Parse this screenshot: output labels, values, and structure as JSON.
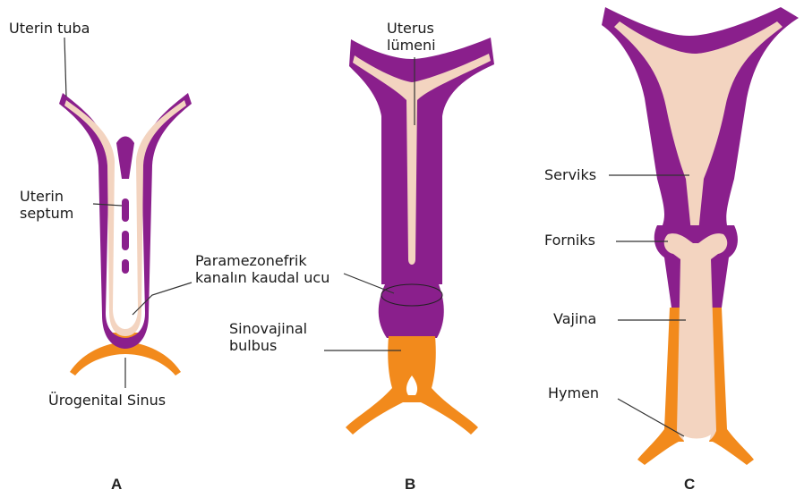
{
  "colors": {
    "wall": "#8a1f8c",
    "lumen": "#f3d4c0",
    "sinus": "#f28a1c",
    "line": "#333333",
    "text": "#1a1a1a"
  },
  "labels": {
    "uterin_tuba": "Uterin tuba",
    "uterin_septum": "Uterin\nseptum",
    "paramezonefrik": "Paramezonefrik\nkanalın kaudal ucu",
    "urogenital_sinus": "Ürogenital Sinus",
    "uterus_lumeni": "Uterus\nlümeni",
    "sinovajinal": "Sinovajinal\nbulbus",
    "serviks": "Serviks",
    "forniks": "Forniks",
    "vajina": "Vajina",
    "hymen": "Hymen"
  },
  "panels": {
    "a": "A",
    "b": "B",
    "c": "C"
  }
}
